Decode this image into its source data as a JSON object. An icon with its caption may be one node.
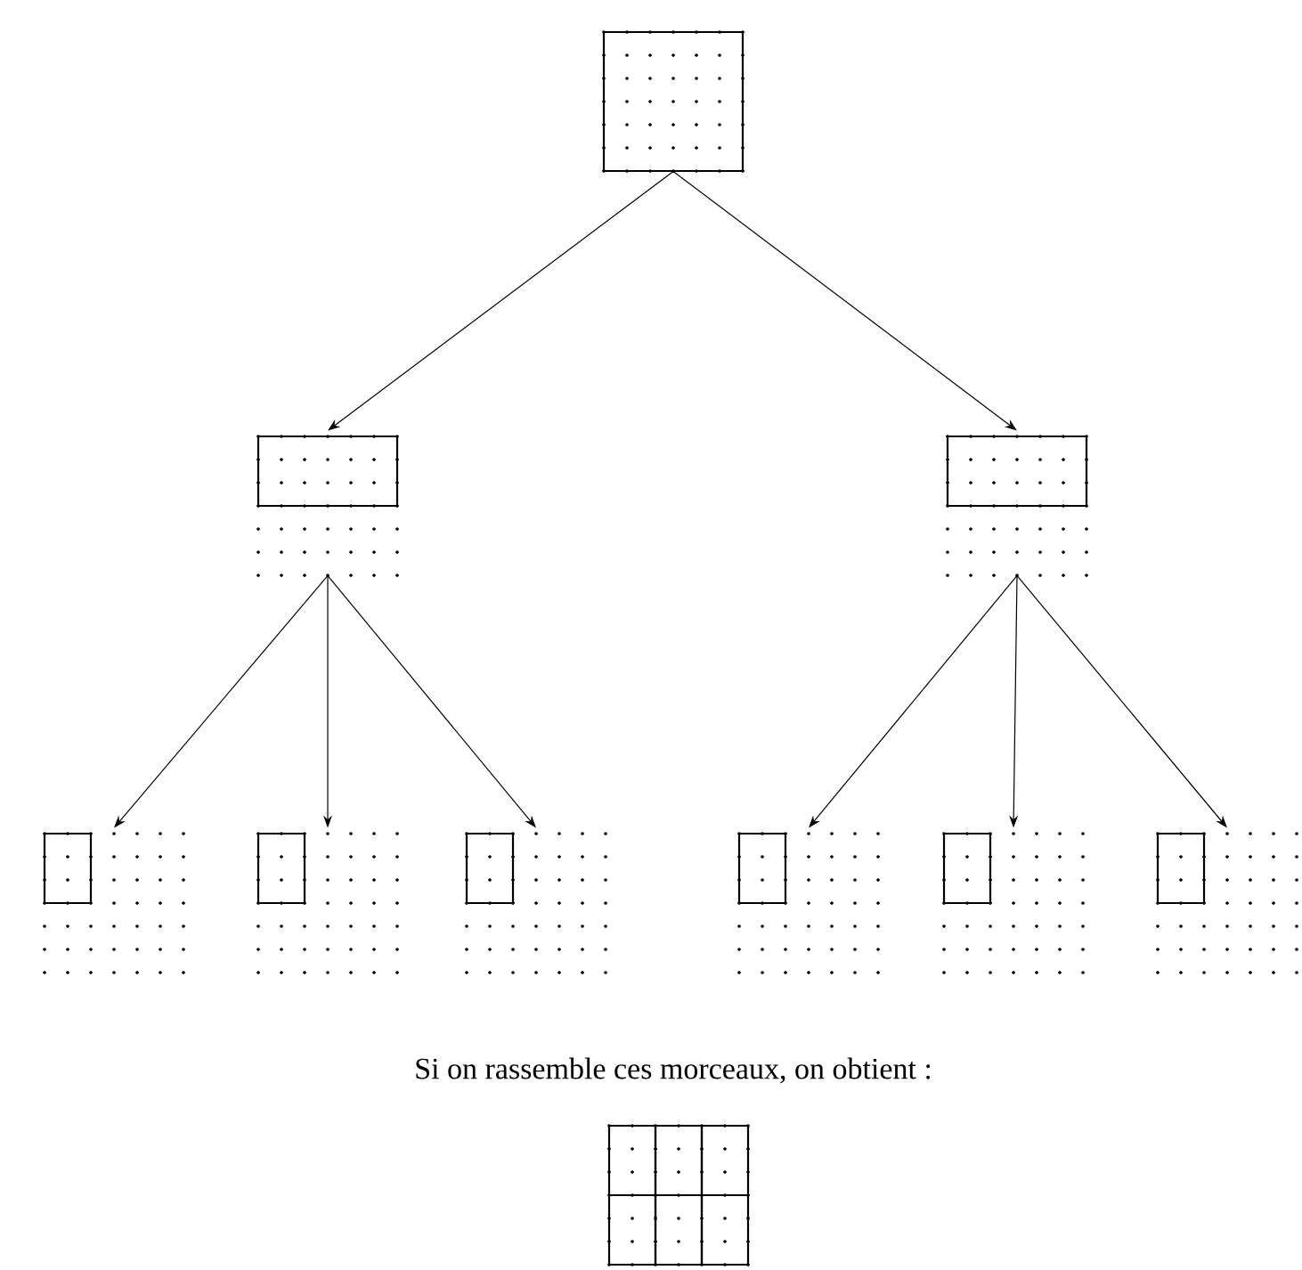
{
  "diagram": {
    "nodes": [
      {
        "text": [],
        "shape": "box"
      },
      {
        "text": [],
        "shape": "box"
      },
      {
        "text": [],
        "shape": "box"
      },
      {
        "text": [],
        "shape": "box"
      },
      {
        "text": [],
        "shape": "box"
      },
      {
        "text": [],
        "shape": "box"
      },
      {
        "text": [],
        "shape": "box"
      },
      {
        "text": [],
        "shape": "box"
      },
      {
        "text": [],
        "shape": "box"
      },
      {
        "text": [],
        "shape": "box"
      }
    ],
    "edges": [
      {
        "from": 0,
        "to": 1,
        "arrow": "to"
      },
      {
        "from": 0,
        "to": 2,
        "arrow": "to"
      },
      {
        "from": 1,
        "to": 3,
        "arrow": "to"
      },
      {
        "from": 1,
        "to": 4,
        "arrow": "to"
      },
      {
        "from": 1,
        "to": 5,
        "arrow": "to"
      },
      {
        "from": 2,
        "to": 6,
        "arrow": "to"
      },
      {
        "from": 2,
        "to": 7,
        "arrow": "to"
      },
      {
        "from": 2,
        "to": 8,
        "arrow": "to"
      }
    ],
    "labels": [
      "Si on rassemble ces morceaux, on obtient :"
    ]
  }
}
